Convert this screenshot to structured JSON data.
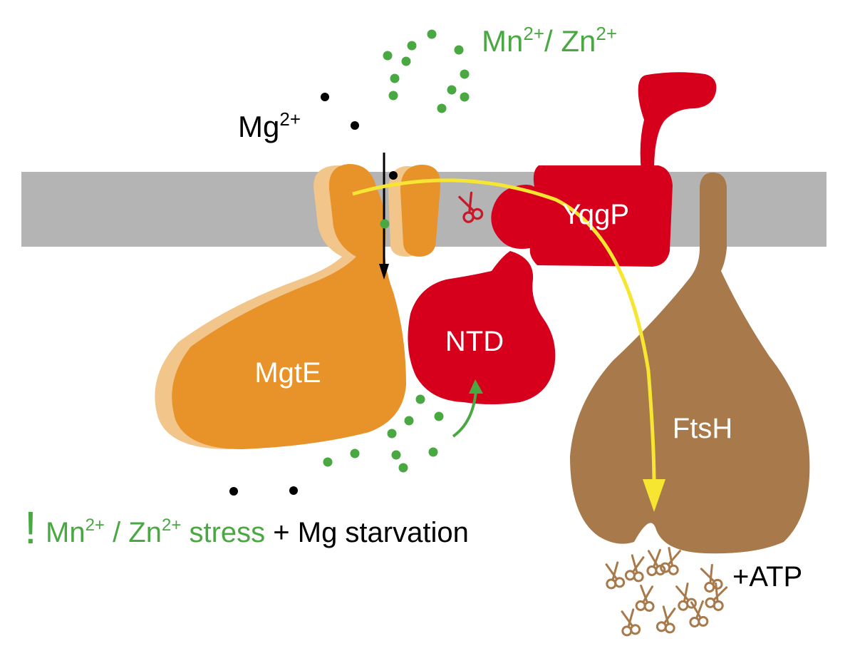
{
  "labels": {
    "mg_ion": "Mg",
    "mg_ion_charge": "2+",
    "top_ions": [
      "Mn",
      "2+",
      "/ Zn",
      "2+"
    ],
    "mgte": "MgtE",
    "ntd": "NTD",
    "yqgp": "YqgP",
    "ftsh": "FtsH",
    "atp": "+ATP",
    "stress_mark": "!",
    "stress_parts": [
      "Mn",
      "2+",
      " / Zn",
      "2+",
      " stress"
    ],
    "starvation": " + Mg starvation"
  },
  "colors": {
    "membrane": "#b4b4b4",
    "mgte": "#e8922a",
    "mgte_shadow": "#f2c58a",
    "yqgp": "#d6001c",
    "ftsh": "#a8794a",
    "ion_green": "#4aa843",
    "arrow_yellow": "#f7e631",
    "text_white": "#ffffff",
    "text_black": "#000000",
    "scissor_ftsh": "#a8794a",
    "scissor_yqgp": "#c8182a"
  },
  "icons": {
    "cleavage": "scissors-icon",
    "flux": "arrow-icon"
  }
}
